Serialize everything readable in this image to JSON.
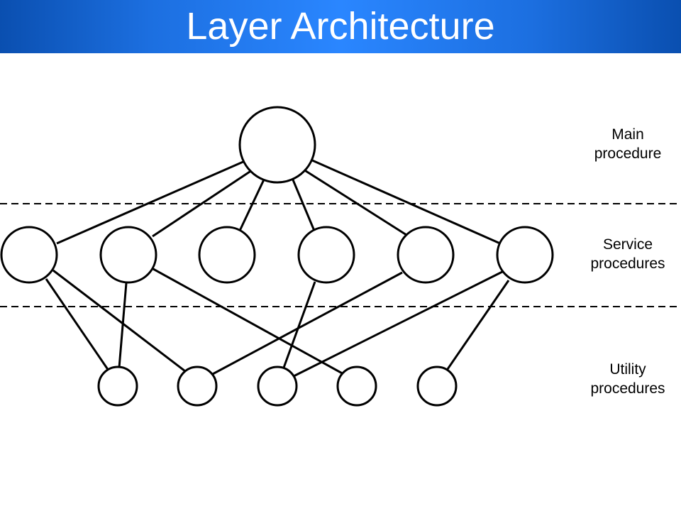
{
  "title": "Layer Architecture",
  "layers": [
    {
      "line1": "Main",
      "line2": "procedure"
    },
    {
      "line1": "Service",
      "line2": "procedures"
    },
    {
      "line1": "Utility",
      "line2": "procedures"
    }
  ],
  "colors": {
    "title_bar": "#1c6fe0",
    "title_text": "#ffffff",
    "line": "#000000",
    "node_fill": "#ffffff"
  }
}
